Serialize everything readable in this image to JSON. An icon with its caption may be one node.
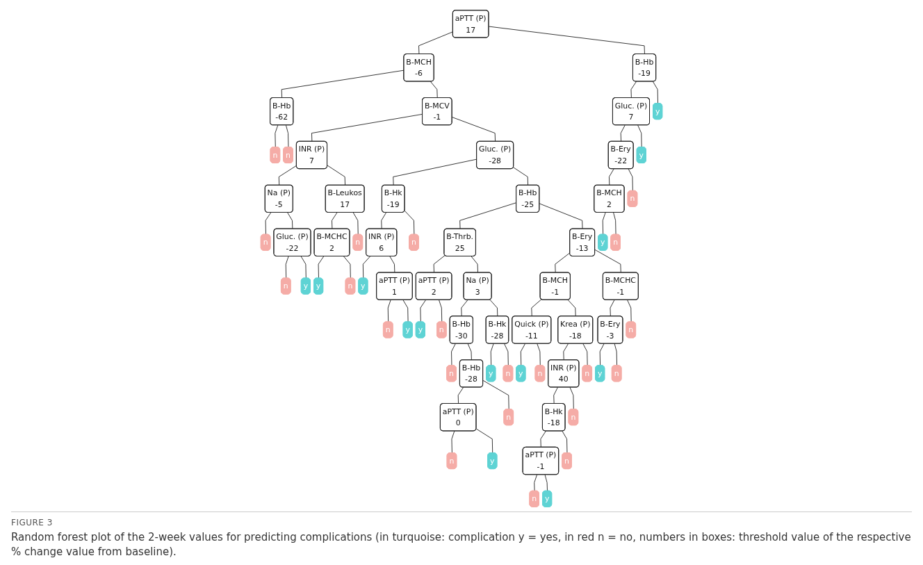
{
  "diagram": {
    "caption": "Random forest plot of the 2-week values for predicting complications (in turquoise: complication y = yes, in red n = no, numbers in boxes: threshold value of the respective % change value from baseline).",
    "labels": [
      "FIGURE 3"
    ],
    "nodes": [
      {
        "text": [
          "aPTT (P)",
          "17"
        ]
      },
      {
        "text": [
          "B-MCH",
          "-6"
        ]
      },
      {
        "text": [
          "B-Hb",
          "-62"
        ]
      },
      {
        "text": [
          "n"
        ]
      },
      {
        "text": [
          "n"
        ]
      },
      {
        "text": [
          "B-MCV",
          "-1"
        ]
      },
      {
        "text": [
          "INR (P)",
          "7"
        ]
      },
      {
        "text": [
          "Na (P)",
          "-5"
        ]
      },
      {
        "text": [
          "n"
        ]
      },
      {
        "text": [
          "Gluc. (P)",
          "-22"
        ]
      },
      {
        "text": [
          "n"
        ]
      },
      {
        "text": [
          "y"
        ]
      },
      {
        "text": [
          "B-Leukos",
          "17"
        ]
      },
      {
        "text": [
          "B-MCHC",
          "2"
        ]
      },
      {
        "text": [
          "y"
        ]
      },
      {
        "text": [
          "n"
        ]
      },
      {
        "text": [
          "n"
        ]
      },
      {
        "text": [
          "Gluc. (P)",
          "-28"
        ]
      },
      {
        "text": [
          "B-Hk",
          "-19"
        ]
      },
      {
        "text": [
          "INR (P)",
          "6"
        ]
      },
      {
        "text": [
          "y"
        ]
      },
      {
        "text": [
          "aPTT (P)",
          "1"
        ]
      },
      {
        "text": [
          "n"
        ]
      },
      {
        "text": [
          "y"
        ]
      },
      {
        "text": [
          "n"
        ]
      },
      {
        "text": [
          "B-Hb",
          "-25"
        ]
      },
      {
        "text": [
          "B-Thrb.",
          "25"
        ]
      },
      {
        "text": [
          "aPTT (P)",
          "2"
        ]
      },
      {
        "text": [
          "y"
        ]
      },
      {
        "text": [
          "n"
        ]
      },
      {
        "text": [
          "Na (P)",
          "3"
        ]
      },
      {
        "text": [
          "B-Hb",
          "-30"
        ]
      },
      {
        "text": [
          "n"
        ]
      },
      {
        "text": [
          "B-Hb",
          "-28"
        ]
      },
      {
        "text": [
          "aPTT (P)",
          "0"
        ]
      },
      {
        "text": [
          "n"
        ]
      },
      {
        "text": [
          "y"
        ]
      },
      {
        "text": [
          "n"
        ]
      },
      {
        "text": [
          "B-Hk",
          "-28"
        ]
      },
      {
        "text": [
          "y"
        ]
      },
      {
        "text": [
          "n"
        ]
      },
      {
        "text": [
          "B-Ery",
          "-13"
        ]
      },
      {
        "text": [
          "B-MCH",
          "-1"
        ]
      },
      {
        "text": [
          "Quick (P)",
          "-11"
        ]
      },
      {
        "text": [
          "y"
        ]
      },
      {
        "text": [
          "n"
        ]
      },
      {
        "text": [
          "Krea (P)",
          "-18"
        ]
      },
      {
        "text": [
          "INR (P)",
          "40"
        ]
      },
      {
        "text": [
          "B-Hk",
          "-18"
        ]
      },
      {
        "text": [
          "aPTT (P)",
          "-1"
        ]
      },
      {
        "text": [
          "n"
        ]
      },
      {
        "text": [
          "y"
        ]
      },
      {
        "text": [
          "n"
        ]
      },
      {
        "text": [
          "n"
        ]
      },
      {
        "text": [
          "n"
        ]
      },
      {
        "text": [
          "B-MCHC",
          "-1"
        ]
      },
      {
        "text": [
          "B-Ery",
          "-3"
        ]
      },
      {
        "text": [
          "y"
        ]
      },
      {
        "text": [
          "n"
        ]
      },
      {
        "text": [
          "n"
        ]
      },
      {
        "text": [
          "B-Hb",
          "-19"
        ]
      },
      {
        "text": [
          "Gluc. (P)",
          "7"
        ]
      },
      {
        "text": [
          "B-Ery",
          "-22"
        ]
      },
      {
        "text": [
          "B-MCH",
          "2"
        ]
      },
      {
        "text": [
          "y"
        ]
      },
      {
        "text": [
          "n"
        ]
      },
      {
        "text": [
          "n"
        ]
      },
      {
        "text": [
          "y"
        ]
      },
      {
        "text": [
          "y"
        ]
      }
    ],
    "edges": [
      {
        "from": 0,
        "to": 1,
        "arrow": "none"
      },
      {
        "from": 1,
        "to": 2,
        "arrow": "none"
      },
      {
        "from": 2,
        "to": 3,
        "arrow": "none"
      },
      {
        "from": 2,
        "to": 4,
        "arrow": "none"
      },
      {
        "from": 1,
        "to": 5,
        "arrow": "none"
      },
      {
        "from": 5,
        "to": 6,
        "arrow": "none"
      },
      {
        "from": 6,
        "to": 7,
        "arrow": "none"
      },
      {
        "from": 7,
        "to": 8,
        "arrow": "none"
      },
      {
        "from": 7,
        "to": 9,
        "arrow": "none"
      },
      {
        "from": 9,
        "to": 10,
        "arrow": "none"
      },
      {
        "from": 9,
        "to": 11,
        "arrow": "none"
      },
      {
        "from": 6,
        "to": 12,
        "arrow": "none"
      },
      {
        "from": 12,
        "to": 13,
        "arrow": "none"
      },
      {
        "from": 13,
        "to": 14,
        "arrow": "none"
      },
      {
        "from": 13,
        "to": 15,
        "arrow": "none"
      },
      {
        "from": 12,
        "to": 16,
        "arrow": "none"
      },
      {
        "from": 5,
        "to": 17,
        "arrow": "none"
      },
      {
        "from": 17,
        "to": 18,
        "arrow": "none"
      },
      {
        "from": 18,
        "to": 19,
        "arrow": "none"
      },
      {
        "from": 19,
        "to": 20,
        "arrow": "none"
      },
      {
        "from": 19,
        "to": 21,
        "arrow": "none"
      },
      {
        "from": 21,
        "to": 22,
        "arrow": "none"
      },
      {
        "from": 21,
        "to": 23,
        "arrow": "none"
      },
      {
        "from": 18,
        "to": 24,
        "arrow": "none"
      },
      {
        "from": 17,
        "to": 25,
        "arrow": "none"
      },
      {
        "from": 25,
        "to": 26,
        "arrow": "none"
      },
      {
        "from": 26,
        "to": 27,
        "arrow": "none"
      },
      {
        "from": 27,
        "to": 28,
        "arrow": "none"
      },
      {
        "from": 27,
        "to": 29,
        "arrow": "none"
      },
      {
        "from": 26,
        "to": 30,
        "arrow": "none"
      },
      {
        "from": 30,
        "to": 31,
        "arrow": "none"
      },
      {
        "from": 31,
        "to": 32,
        "arrow": "none"
      },
      {
        "from": 31,
        "to": 33,
        "arrow": "none"
      },
      {
        "from": 33,
        "to": 34,
        "arrow": "none"
      },
      {
        "from": 34,
        "to": 35,
        "arrow": "none"
      },
      {
        "from": 34,
        "to": 36,
        "arrow": "none"
      },
      {
        "from": 33,
        "to": 37,
        "arrow": "none"
      },
      {
        "from": 30,
        "to": 38,
        "arrow": "none"
      },
      {
        "from": 38,
        "to": 39,
        "arrow": "none"
      },
      {
        "from": 38,
        "to": 40,
        "arrow": "none"
      },
      {
        "from": 25,
        "to": 41,
        "arrow": "none"
      },
      {
        "from": 41,
        "to": 42,
        "arrow": "none"
      },
      {
        "from": 42,
        "to": 43,
        "arrow": "none"
      },
      {
        "from": 43,
        "to": 44,
        "arrow": "none"
      },
      {
        "from": 43,
        "to": 45,
        "arrow": "none"
      },
      {
        "from": 42,
        "to": 46,
        "arrow": "none"
      },
      {
        "from": 46,
        "to": 47,
        "arrow": "none"
      },
      {
        "from": 47,
        "to": 48,
        "arrow": "none"
      },
      {
        "from": 48,
        "to": 49,
        "arrow": "none"
      },
      {
        "from": 49,
        "to": 50,
        "arrow": "none"
      },
      {
        "from": 49,
        "to": 51,
        "arrow": "none"
      },
      {
        "from": 48,
        "to": 52,
        "arrow": "none"
      },
      {
        "from": 47,
        "to": 53,
        "arrow": "none"
      },
      {
        "from": 46,
        "to": 54,
        "arrow": "none"
      },
      {
        "from": 41,
        "to": 55,
        "arrow": "none"
      },
      {
        "from": 55,
        "to": 56,
        "arrow": "none"
      },
      {
        "from": 56,
        "to": 57,
        "arrow": "none"
      },
      {
        "from": 56,
        "to": 58,
        "arrow": "none"
      },
      {
        "from": 55,
        "to": 59,
        "arrow": "none"
      },
      {
        "from": 0,
        "to": 60,
        "arrow": "none"
      },
      {
        "from": 60,
        "to": 61,
        "arrow": "none"
      },
      {
        "from": 61,
        "to": 62,
        "arrow": "none"
      },
      {
        "from": 62,
        "to": 63,
        "arrow": "none"
      },
      {
        "from": 63,
        "to": 64,
        "arrow": "none"
      },
      {
        "from": 63,
        "to": 65,
        "arrow": "none"
      },
      {
        "from": 62,
        "to": 66,
        "arrow": "none"
      },
      {
        "from": 61,
        "to": 67,
        "arrow": "none"
      },
      {
        "from": 60,
        "to": 68,
        "arrow": "none"
      }
    ]
  }
}
